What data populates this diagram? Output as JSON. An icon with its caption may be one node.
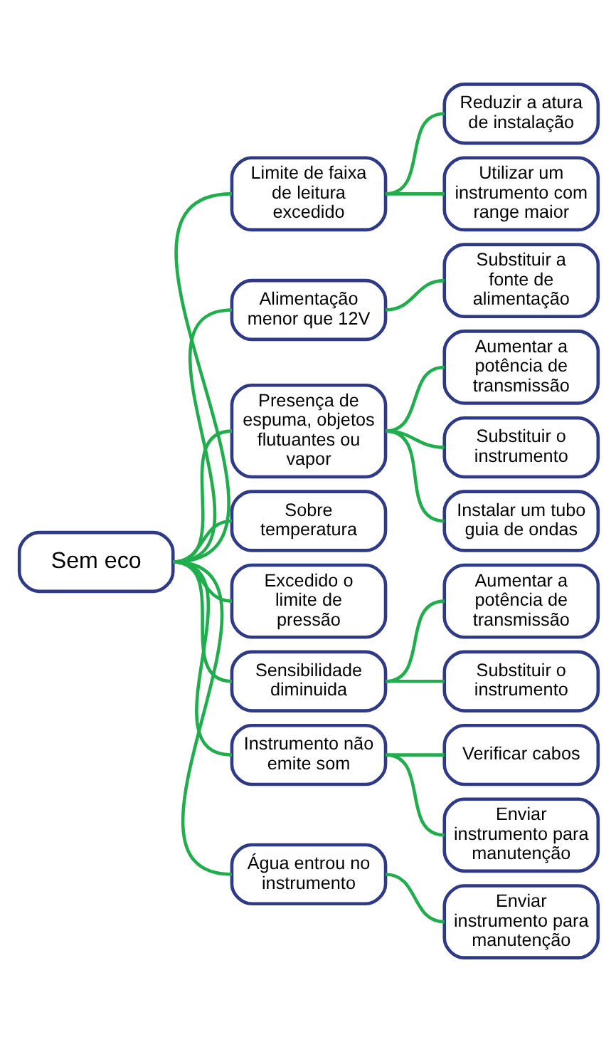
{
  "diagram": {
    "nodes": [
      {
        "text": [
          "Sem eco"
        ]
      },
      {
        "text": [
          "Limite de faixa de leitura excedido"
        ]
      },
      {
        "text": [
          "Reduzir a atura de instalação"
        ]
      },
      {
        "text": [
          "Utilizar um instrumento com range maior"
        ]
      },
      {
        "text": [
          "Alimentação menor que 12V"
        ]
      },
      {
        "text": [
          "Substituir a fonte de alimentação"
        ]
      },
      {
        "text": [
          "Presença de espuma, objetos flutuantes ou vapor"
        ]
      },
      {
        "text": [
          "Aumentar a potência de transmissão"
        ]
      },
      {
        "text": [
          "Substituir o instrumento"
        ]
      },
      {
        "text": [
          "Instalar um tubo guia de ondas"
        ]
      },
      {
        "text": [
          "Sobre temperatura"
        ]
      },
      {
        "text": [
          "Excedido o limite de pressão"
        ]
      },
      {
        "text": [
          "Sensibilidade diminuida"
        ]
      },
      {
        "text": [
          "Aumentar a potência de transmissão"
        ]
      },
      {
        "text": [
          "Substituir o instrumento"
        ]
      },
      {
        "text": [
          "Instrumento não emite som"
        ]
      },
      {
        "text": [
          "Verificar cabos"
        ]
      },
      {
        "text": [
          "Enviar instrumento para manutenção"
        ]
      },
      {
        "text": [
          "Água entrou no instrumento"
        ]
      },
      {
        "text": [
          "Enviar instrumento para manutenção"
        ]
      }
    ],
    "edges": [
      {
        "from": 0,
        "to": 1,
        "arrow": "none"
      },
      {
        "from": 0,
        "to": 4,
        "arrow": "none"
      },
      {
        "from": 0,
        "to": 6,
        "arrow": "none"
      },
      {
        "from": 0,
        "to": 10,
        "arrow": "none"
      },
      {
        "from": 0,
        "to": 11,
        "arrow": "none"
      },
      {
        "from": 0,
        "to": 12,
        "arrow": "none"
      },
      {
        "from": 0,
        "to": 15,
        "arrow": "none"
      },
      {
        "from": 0,
        "to": 18,
        "arrow": "none"
      },
      {
        "from": 1,
        "to": 2,
        "arrow": "none"
      },
      {
        "from": 1,
        "to": 3,
        "arrow": "none"
      },
      {
        "from": 4,
        "to": 5,
        "arrow": "none"
      },
      {
        "from": 6,
        "to": 7,
        "arrow": "none"
      },
      {
        "from": 6,
        "to": 8,
        "arrow": "none"
      },
      {
        "from": 6,
        "to": 9,
        "arrow": "none"
      },
      {
        "from": 12,
        "to": 13,
        "arrow": "none"
      },
      {
        "from": 12,
        "to": 14,
        "arrow": "none"
      },
      {
        "from": 15,
        "to": 16,
        "arrow": "none"
      },
      {
        "from": 15,
        "to": 17,
        "arrow": "none"
      },
      {
        "from": 18,
        "to": 19,
        "arrow": "none"
      }
    ]
  }
}
